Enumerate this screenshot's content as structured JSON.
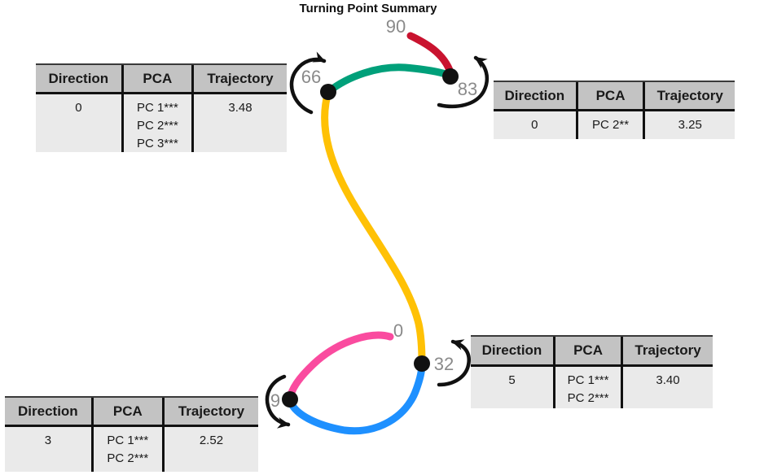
{
  "title": "Turning Point Summary",
  "colors": {
    "segment_red": "#C9132F",
    "segment_teal": "#00A07A",
    "segment_yellow": "#FFC105",
    "segment_pink": "#FA4B9F",
    "segment_blue": "#1E90FF",
    "point_dot": "#111111",
    "arrow_black": "#111111",
    "label_gray": "#8A8A8A",
    "table_header_bg": "#C3C3C3",
    "table_body_bg": "#EAEAEA"
  },
  "point_labels": {
    "p90": "90",
    "p83": "83",
    "p66": "66",
    "p32": "32",
    "p9": "9",
    "p0": "0"
  },
  "trajectory_segments": [
    {
      "from": "0",
      "to": "9",
      "color_name": "pink"
    },
    {
      "from": "9",
      "to": "32",
      "color_name": "blue"
    },
    {
      "from": "32",
      "to": "66",
      "color_name": "yellow"
    },
    {
      "from": "66",
      "to": "83",
      "color_name": "teal"
    },
    {
      "from": "83",
      "to": "90",
      "color_name": "dark-red"
    }
  ],
  "tables": {
    "headers": [
      "Direction",
      "PCA",
      "Trajectory"
    ],
    "items": [
      {
        "turning_point": "66",
        "direction": "0",
        "pca": [
          "PC 1***",
          "PC 2***",
          "PC 3***"
        ],
        "trajectory": "3.48"
      },
      {
        "turning_point": "83",
        "direction": "0",
        "pca": [
          "PC 2**"
        ],
        "trajectory": "3.25"
      },
      {
        "turning_point": "32",
        "direction": "5",
        "pca": [
          "PC 1***",
          "PC 2***"
        ],
        "trajectory": "3.40"
      },
      {
        "turning_point": "9",
        "direction": "3",
        "pca": [
          "PC 1***",
          "PC 2***"
        ],
        "trajectory": "2.52"
      }
    ]
  }
}
